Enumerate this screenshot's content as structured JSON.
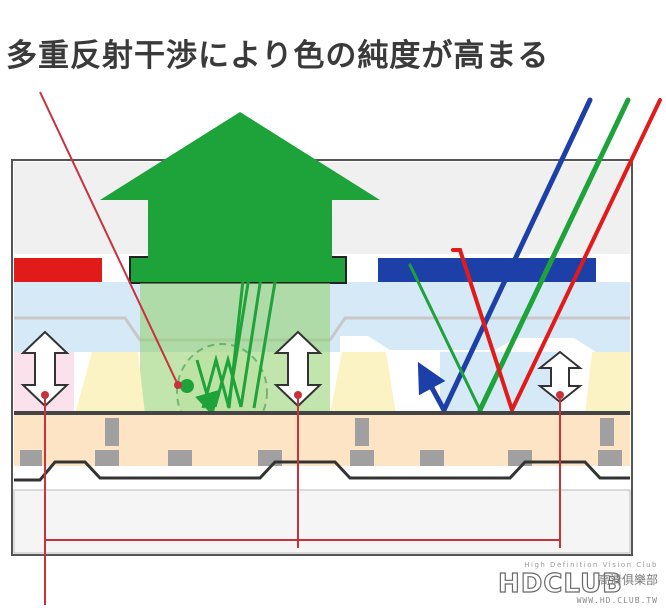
{
  "caption": "多重反射干渉により色の純度が高まる",
  "watermark": {
    "title": "High Definition Vision Club",
    "logo": "HDCLUB",
    "cjk": "高清俱樂部",
    "url": "WWW.HD.CLUB.TW"
  },
  "colors": {
    "red": "#e11a1a",
    "green": "#1ea23a",
    "blue": "#1d3fa8",
    "light_blue": "#d6e9f7",
    "pink": "#fbe1ec",
    "cream": "#fbf3c4",
    "peach": "#fde4c4",
    "gray": "#a0a0a0",
    "outline_red": "#c8323c"
  }
}
